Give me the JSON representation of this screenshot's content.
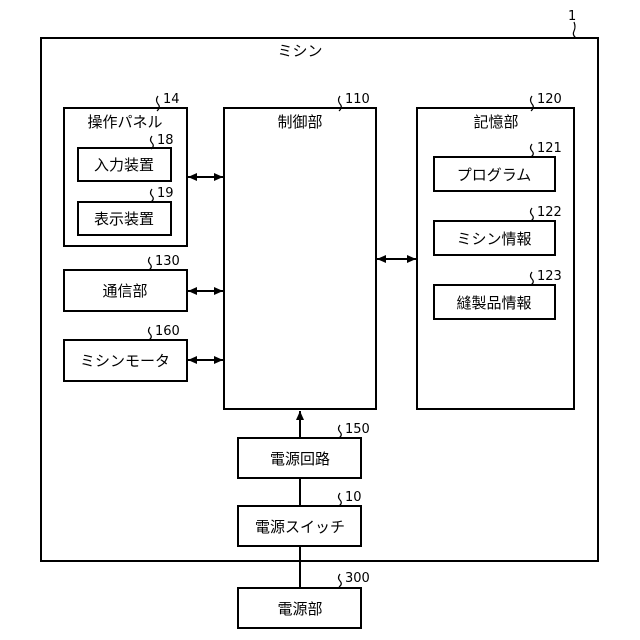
{
  "diagram": {
    "outer": {
      "label": "ミシン",
      "ref": "1"
    },
    "operation_panel": {
      "label": "操作パネル",
      "ref": "14",
      "input_device": {
        "label": "入力装置",
        "ref": "18"
      },
      "display_device": {
        "label": "表示装置",
        "ref": "19"
      }
    },
    "communication": {
      "label": "通信部",
      "ref": "130"
    },
    "sewing_motor": {
      "label": "ミシンモータ",
      "ref": "160"
    },
    "control": {
      "label": "制御部",
      "ref": "110"
    },
    "storage": {
      "label": "記憶部",
      "ref": "120",
      "program": {
        "label": "プログラム",
        "ref": "121"
      },
      "machine_info": {
        "label": "ミシン情報",
        "ref": "122"
      },
      "product_info": {
        "label": "縫製品情報",
        "ref": "123"
      }
    },
    "power_circuit": {
      "label": "電源回路",
      "ref": "150"
    },
    "power_switch": {
      "label": "電源スイッチ",
      "ref": "10"
    },
    "power_unit": {
      "label": "電源部",
      "ref": "300"
    }
  }
}
